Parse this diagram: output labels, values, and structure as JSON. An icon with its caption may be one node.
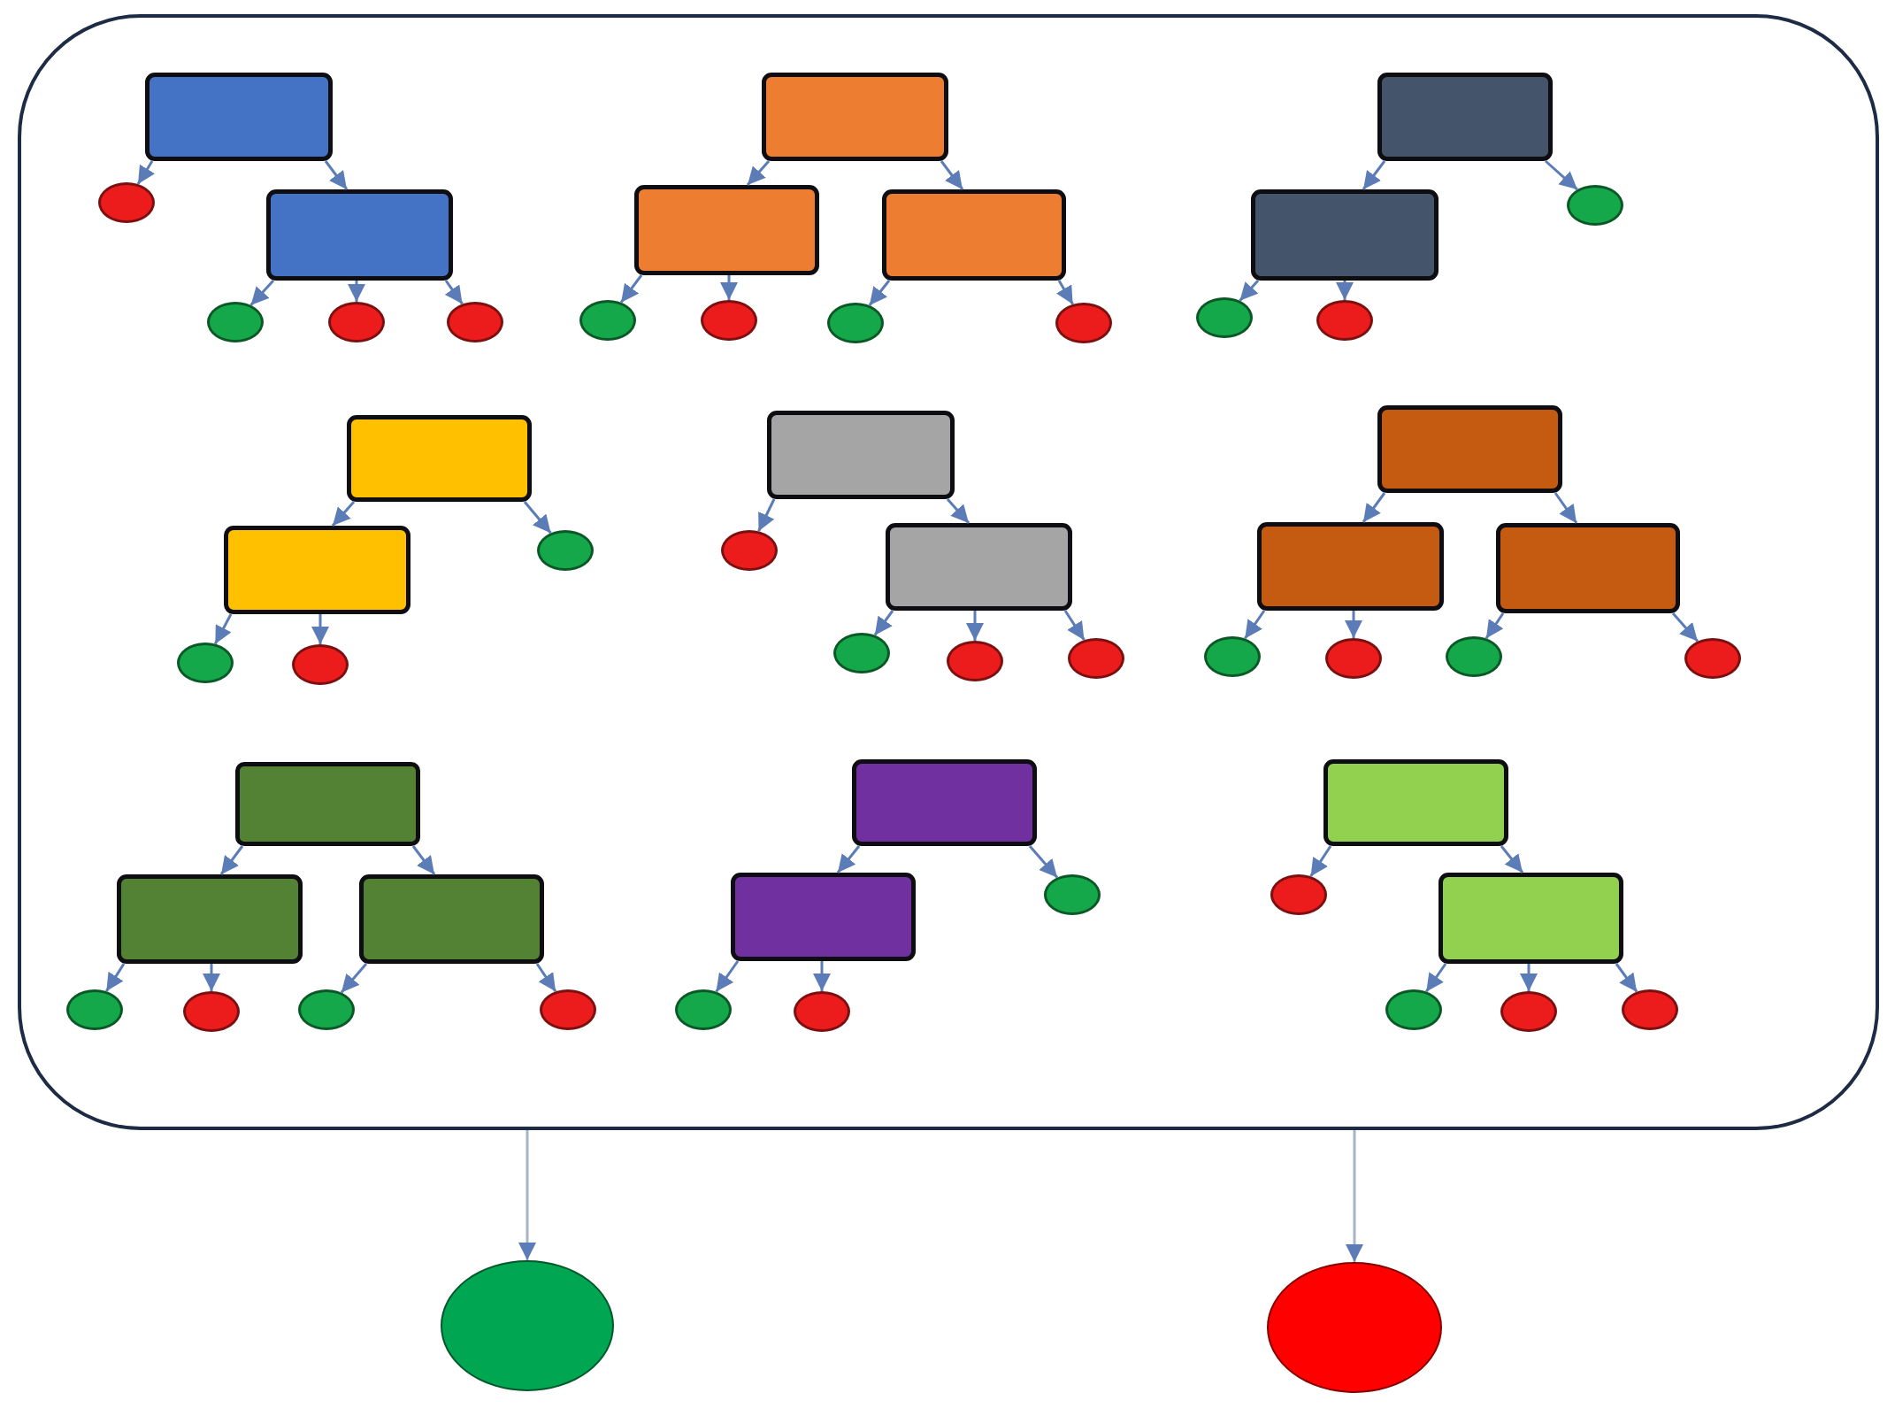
{
  "diagram": {
    "nodes": [
      {
        "text": [],
        "shape": "box"
      },
      {
        "text": [],
        "shape": "box",
        "in": 0
      },
      {
        "text": [],
        "shape": "circle",
        "in": 0
      },
      {
        "text": [],
        "shape": "box",
        "in": 0
      },
      {
        "text": [],
        "shape": "circle",
        "in": 0
      },
      {
        "text": [],
        "shape": "circle",
        "in": 0
      },
      {
        "text": [],
        "shape": "circle",
        "in": 0
      },
      {
        "text": [],
        "shape": "box",
        "in": 0
      },
      {
        "text": [],
        "shape": "box",
        "in": 0
      },
      {
        "text": [],
        "shape": "box",
        "in": 0
      },
      {
        "text": [],
        "shape": "circle",
        "in": 0
      },
      {
        "text": [],
        "shape": "circle",
        "in": 0
      },
      {
        "text": [],
        "shape": "circle",
        "in": 0
      },
      {
        "text": [],
        "shape": "circle",
        "in": 0
      },
      {
        "text": [],
        "shape": "box",
        "in": 0
      },
      {
        "text": [],
        "shape": "box",
        "in": 0
      },
      {
        "text": [],
        "shape": "circle",
        "in": 0
      },
      {
        "text": [],
        "shape": "circle",
        "in": 0
      },
      {
        "text": [],
        "shape": "circle",
        "in": 0
      },
      {
        "text": [],
        "shape": "box",
        "in": 0
      },
      {
        "text": [],
        "shape": "box",
        "in": 0
      },
      {
        "text": [],
        "shape": "circle",
        "in": 0
      },
      {
        "text": [],
        "shape": "circle",
        "in": 0
      },
      {
        "text": [],
        "shape": "circle",
        "in": 0
      },
      {
        "text": [],
        "shape": "box",
        "in": 0
      },
      {
        "text": [],
        "shape": "circle",
        "in": 0
      },
      {
        "text": [],
        "shape": "box",
        "in": 0
      },
      {
        "text": [],
        "shape": "circle",
        "in": 0
      },
      {
        "text": [],
        "shape": "circle",
        "in": 0
      },
      {
        "text": [],
        "shape": "circle",
        "in": 0
      },
      {
        "text": [],
        "shape": "box",
        "in": 0
      },
      {
        "text": [],
        "shape": "box",
        "in": 0
      },
      {
        "text": [],
        "shape": "box",
        "in": 0
      },
      {
        "text": [],
        "shape": "circle",
        "in": 0
      },
      {
        "text": [],
        "shape": "circle",
        "in": 0
      },
      {
        "text": [],
        "shape": "circle",
        "in": 0
      },
      {
        "text": [],
        "shape": "circle",
        "in": 0
      },
      {
        "text": [],
        "shape": "box",
        "in": 0
      },
      {
        "text": [],
        "shape": "box",
        "in": 0
      },
      {
        "text": [],
        "shape": "box",
        "in": 0
      },
      {
        "text": [],
        "shape": "circle",
        "in": 0
      },
      {
        "text": [],
        "shape": "circle",
        "in": 0
      },
      {
        "text": [],
        "shape": "circle",
        "in": 0
      },
      {
        "text": [],
        "shape": "circle",
        "in": 0
      },
      {
        "text": [],
        "shape": "box",
        "in": 0
      },
      {
        "text": [],
        "shape": "box",
        "in": 0
      },
      {
        "text": [],
        "shape": "circle",
        "in": 0
      },
      {
        "text": [],
        "shape": "circle",
        "in": 0
      },
      {
        "text": [],
        "shape": "circle",
        "in": 0
      },
      {
        "text": [],
        "shape": "box",
        "in": 0
      },
      {
        "text": [],
        "shape": "circle",
        "in": 0
      },
      {
        "text": [],
        "shape": "box",
        "in": 0
      },
      {
        "text": [],
        "shape": "circle",
        "in": 0
      },
      {
        "text": [],
        "shape": "circle",
        "in": 0
      },
      {
        "text": [],
        "shape": "circle",
        "in": 0
      },
      {
        "text": [],
        "shape": "circle"
      },
      {
        "text": [],
        "shape": "circle"
      }
    ],
    "edges": [
      {
        "from": 1,
        "to": 2,
        "arrow": "to"
      },
      {
        "from": 1,
        "to": 3,
        "arrow": "to"
      },
      {
        "from": 3,
        "to": 4,
        "arrow": "to"
      },
      {
        "from": 3,
        "to": 5,
        "arrow": "to"
      },
      {
        "from": 3,
        "to": 6,
        "arrow": "to"
      },
      {
        "from": 7,
        "to": 8,
        "arrow": "to"
      },
      {
        "from": 7,
        "to": 9,
        "arrow": "to"
      },
      {
        "from": 8,
        "to": 10,
        "arrow": "to"
      },
      {
        "from": 8,
        "to": 11,
        "arrow": "to"
      },
      {
        "from": 9,
        "to": 12,
        "arrow": "to"
      },
      {
        "from": 9,
        "to": 13,
        "arrow": "to"
      },
      {
        "from": 14,
        "to": 15,
        "arrow": "to"
      },
      {
        "from": 14,
        "to": 16,
        "arrow": "to"
      },
      {
        "from": 15,
        "to": 17,
        "arrow": "to"
      },
      {
        "from": 15,
        "to": 18,
        "arrow": "to"
      },
      {
        "from": 19,
        "to": 20,
        "arrow": "to"
      },
      {
        "from": 19,
        "to": 21,
        "arrow": "to"
      },
      {
        "from": 20,
        "to": 22,
        "arrow": "to"
      },
      {
        "from": 20,
        "to": 23,
        "arrow": "to"
      },
      {
        "from": 24,
        "to": 25,
        "arrow": "to"
      },
      {
        "from": 24,
        "to": 26,
        "arrow": "to"
      },
      {
        "from": 26,
        "to": 27,
        "arrow": "to"
      },
      {
        "from": 26,
        "to": 28,
        "arrow": "to"
      },
      {
        "from": 26,
        "to": 29,
        "arrow": "to"
      },
      {
        "from": 30,
        "to": 31,
        "arrow": "to"
      },
      {
        "from": 30,
        "to": 32,
        "arrow": "to"
      },
      {
        "from": 31,
        "to": 33,
        "arrow": "to"
      },
      {
        "from": 31,
        "to": 34,
        "arrow": "to"
      },
      {
        "from": 32,
        "to": 35,
        "arrow": "to"
      },
      {
        "from": 32,
        "to": 36,
        "arrow": "to"
      },
      {
        "from": 37,
        "to": 38,
        "arrow": "to"
      },
      {
        "from": 37,
        "to": 39,
        "arrow": "to"
      },
      {
        "from": 38,
        "to": 40,
        "arrow": "to"
      },
      {
        "from": 38,
        "to": 41,
        "arrow": "to"
      },
      {
        "from": 39,
        "to": 42,
        "arrow": "to"
      },
      {
        "from": 39,
        "to": 43,
        "arrow": "to"
      },
      {
        "from": 44,
        "to": 45,
        "arrow": "to"
      },
      {
        "from": 44,
        "to": 46,
        "arrow": "to"
      },
      {
        "from": 45,
        "to": 47,
        "arrow": "to"
      },
      {
        "from": 45,
        "to": 48,
        "arrow": "to"
      },
      {
        "from": 49,
        "to": 50,
        "arrow": "to"
      },
      {
        "from": 49,
        "to": 51,
        "arrow": "to"
      },
      {
        "from": 51,
        "to": 52,
        "arrow": "to"
      },
      {
        "from": 51,
        "to": 53,
        "arrow": "to"
      },
      {
        "from": 51,
        "to": 54,
        "arrow": "to"
      },
      {
        "from": 0,
        "to": 55,
        "arrow": "to",
        "color": "#a7b3c6"
      },
      {
        "from": 0,
        "to": 56,
        "arrow": "to",
        "color": "#a7b3c6"
      }
    ]
  }
}
